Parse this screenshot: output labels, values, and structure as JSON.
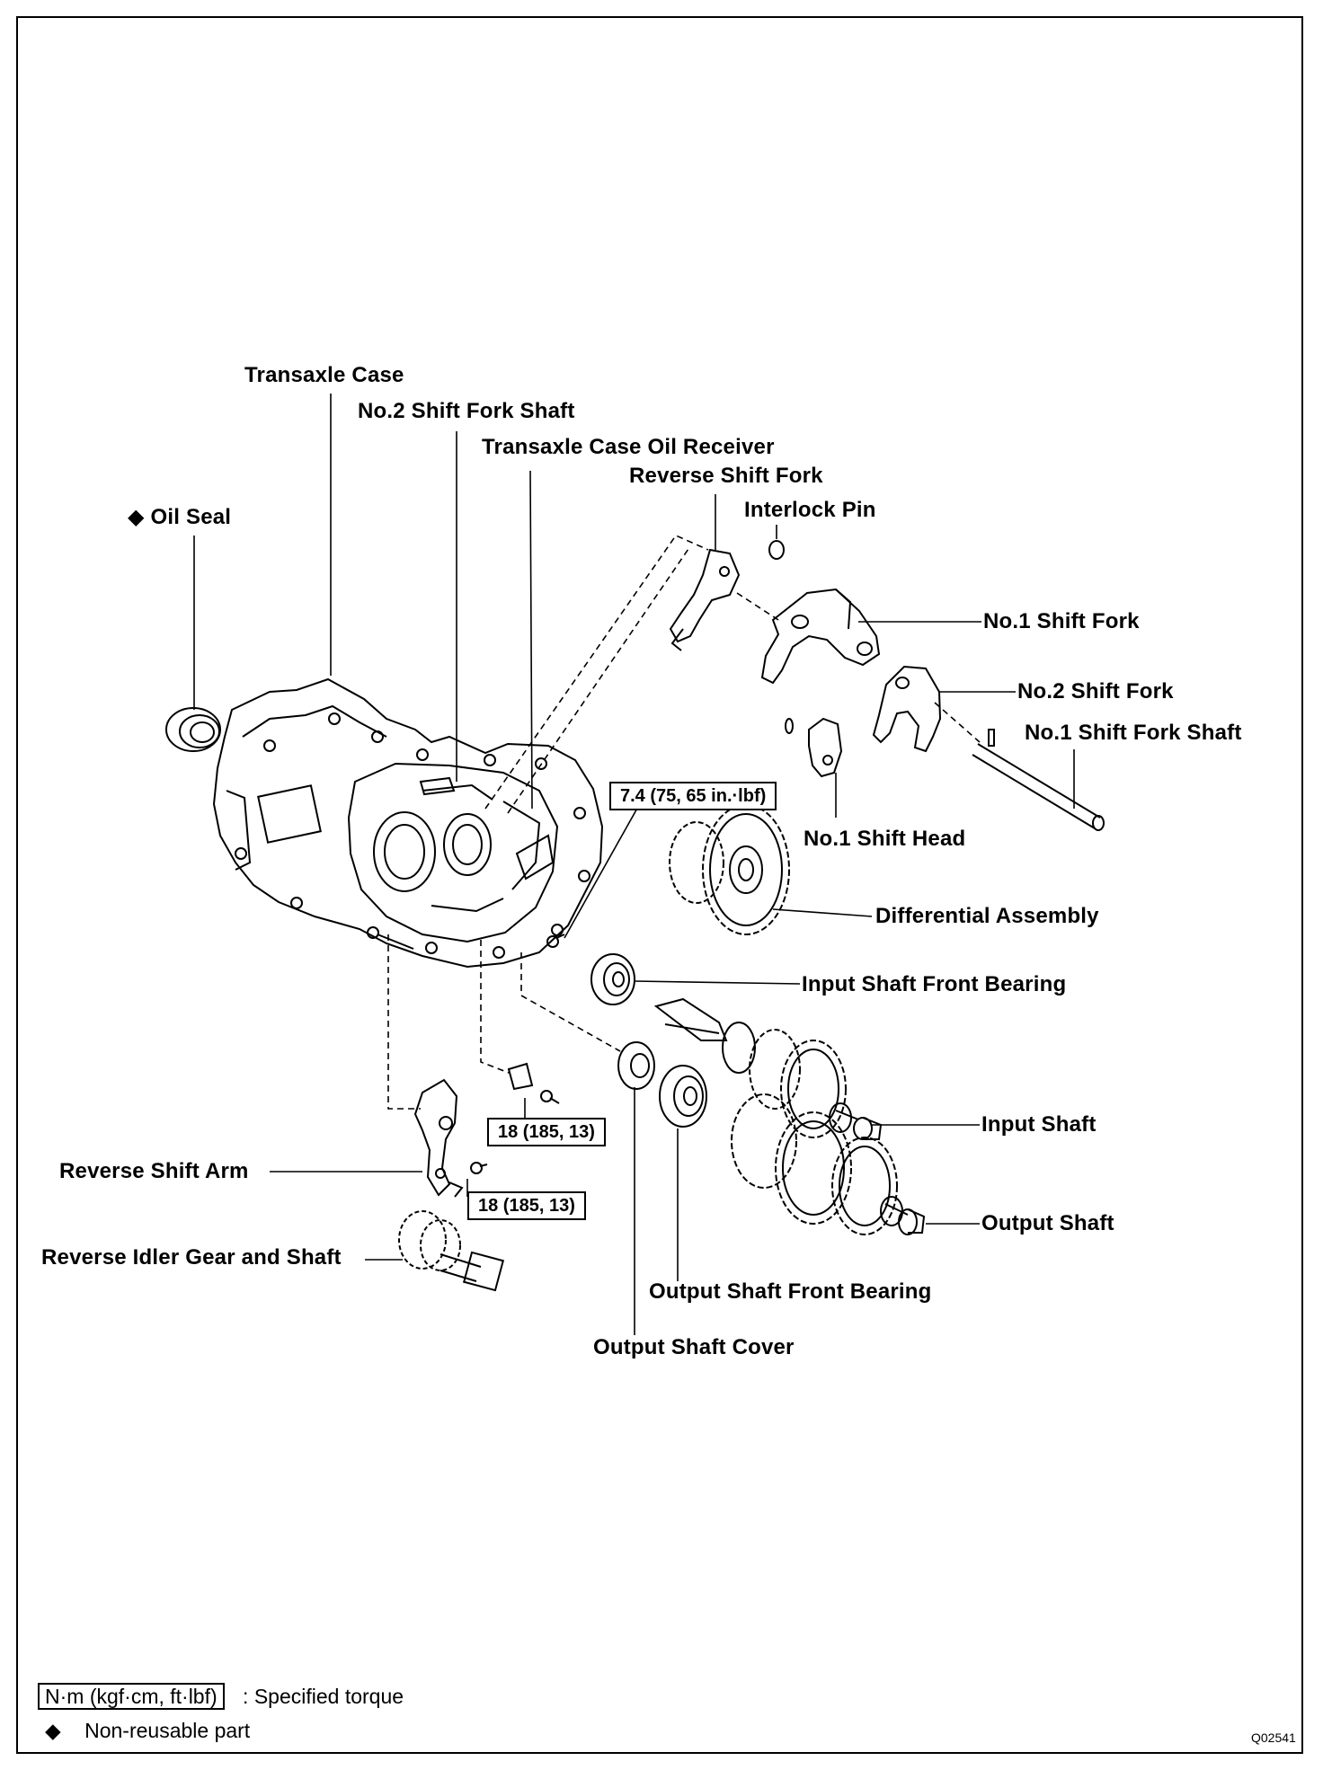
{
  "labels": {
    "transaxle_case": "Transaxle Case",
    "no2_shift_fork_shaft": "No.2 Shift Fork Shaft",
    "transaxle_case_oil_receiver": "Transaxle Case Oil Receiver",
    "reverse_shift_fork": "Reverse Shift Fork",
    "interlock_pin": "Interlock Pin",
    "oil_seal": "◆ Oil Seal",
    "no1_shift_fork": "No.1 Shift Fork",
    "no2_shift_fork": "No.2 Shift Fork",
    "no1_shift_fork_shaft": "No.1 Shift Fork Shaft",
    "no1_shift_head": "No.1 Shift Head",
    "differential_assembly": "Differential Assembly",
    "input_shaft_front_bearing": "Input Shaft Front Bearing",
    "input_shaft": "Input Shaft",
    "reverse_shift_arm": "Reverse Shift Arm",
    "output_shaft": "Output Shaft",
    "reverse_idler_gear_and_shaft": "Reverse Idler Gear and Shaft",
    "output_shaft_front_bearing": "Output Shaft Front Bearing",
    "output_shaft_cover": "Output Shaft Cover"
  },
  "torques": {
    "oil_receiver_bolt": "7.4 (75, 65 in.·lbf)",
    "upper_bolt": "18 (185, 13)",
    "lower_bolt": "18 (185, 13)"
  },
  "legend": {
    "torque_unit": "N·m (kgf·cm, ft·lbf)",
    "torque_desc": ": Specified torque",
    "nonreusable_symbol": "◆",
    "nonreusable_desc": "Non-reusable part"
  },
  "figure_code": "Q02541"
}
